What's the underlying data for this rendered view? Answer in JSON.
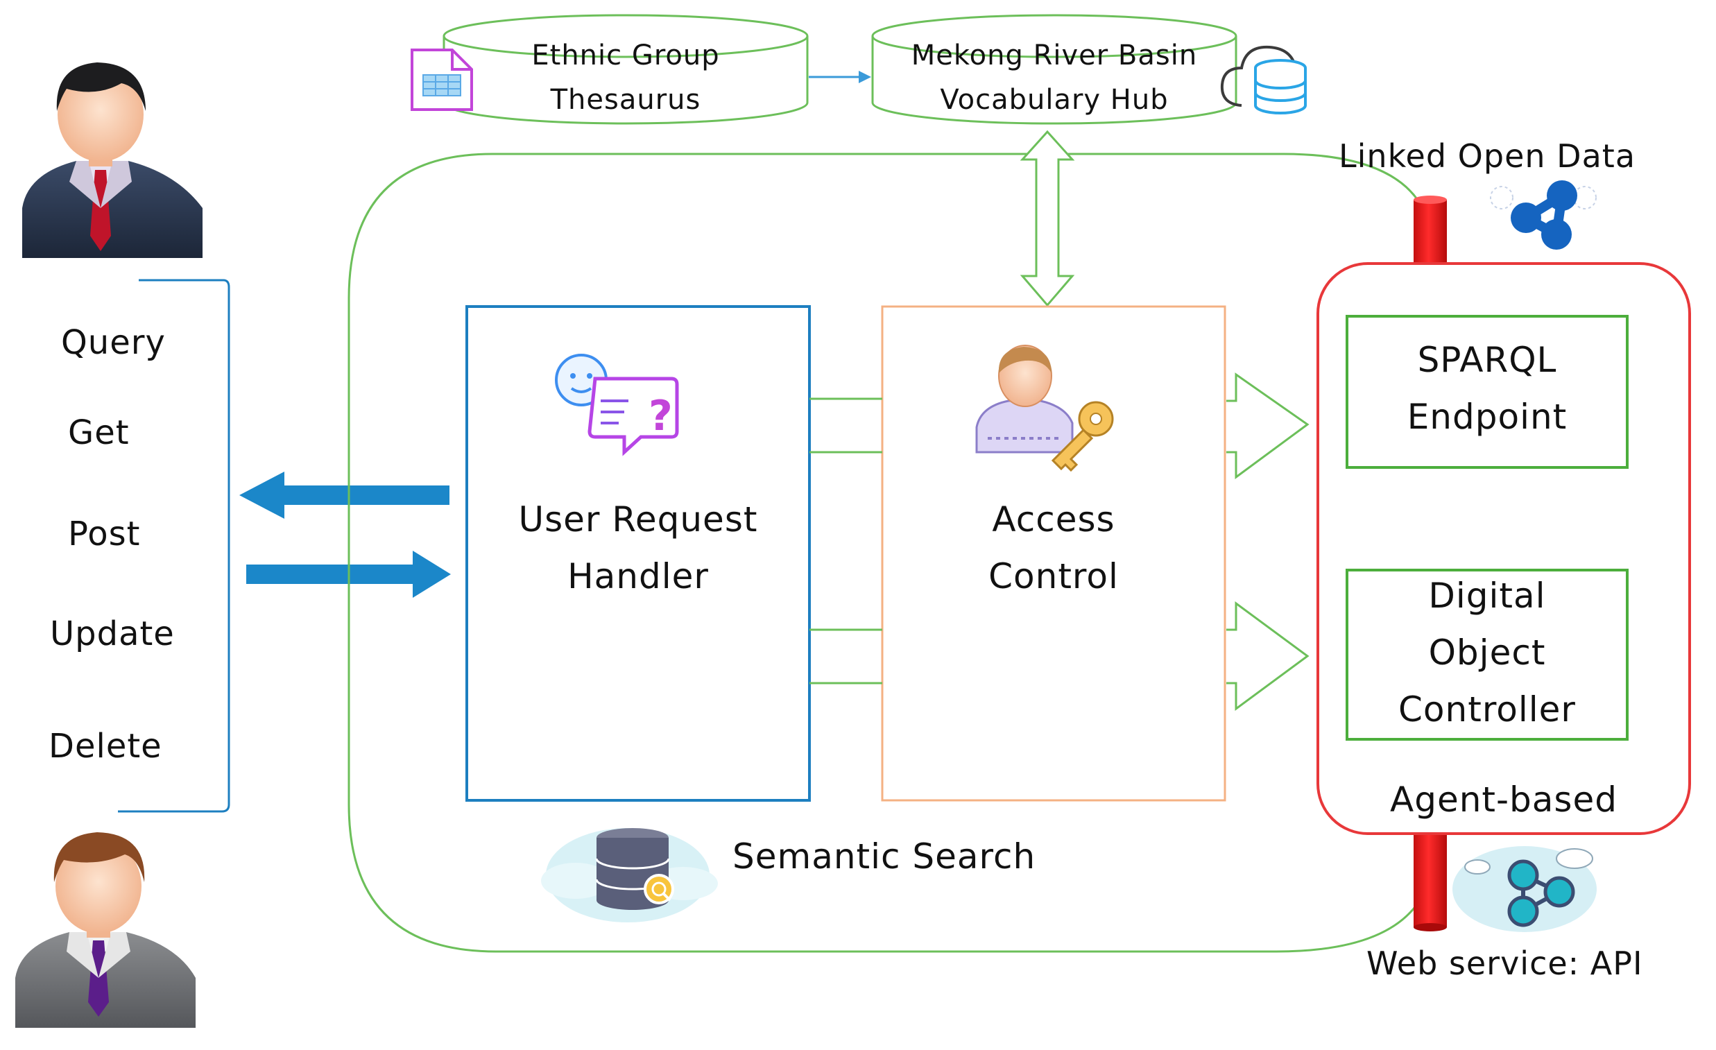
{
  "colors": {
    "green": "#6cbf5a",
    "blue_box": "#1d7fc0",
    "orange_box": "#f4b183",
    "red_box": "#e8383a",
    "pipe_red": "#ee1c1c",
    "arrow_blue": "#1b87c9"
  },
  "databases": {
    "thesaurus": {
      "line1": "Ethnic Group",
      "line2": "Thesaurus"
    },
    "hub": {
      "line1": "Mekong River Basin",
      "line2": "Vocabulary Hub"
    }
  },
  "http_methods": [
    "Query",
    "Get",
    "Post",
    "Update",
    "Delete"
  ],
  "components": {
    "user_request_handler": {
      "line1": "User Request",
      "line2": "Handler"
    },
    "access_control": {
      "line1": "Access",
      "line2": "Control"
    },
    "sparql_endpoint": {
      "line1": "SPARQL",
      "line2": "Endpoint"
    },
    "digital_object_controller": {
      "line1": "Digital",
      "line2": "Object",
      "line3": "Controller"
    }
  },
  "labels": {
    "agent_based": "Agent-based",
    "semantic_search": "Semantic Search",
    "linked_open_data": "Linked Open Data",
    "web_service": "Web service: API"
  },
  "icons": [
    "user-icon",
    "document-icon",
    "cloud-database-icon",
    "chat-bot-icon",
    "user-key-icon",
    "linked-data-icon",
    "database-search-icon",
    "api-network-icon"
  ]
}
